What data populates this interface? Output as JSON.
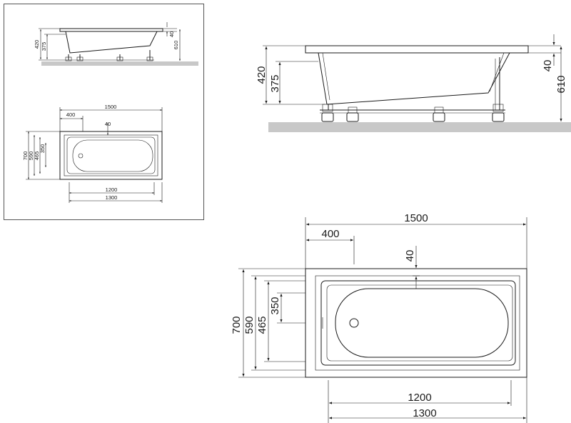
{
  "colors": {
    "line": "#1a1a1a",
    "floor": "#c8c8c8",
    "frame": "#555555"
  },
  "side_view": {
    "height_total": "420",
    "height_inner": "375",
    "rim": "40",
    "overall": "610"
  },
  "top_view": {
    "length_total": "1500",
    "offset": "400",
    "rim_offset": "40",
    "width_total": "700",
    "width_outer": "590",
    "width_inner": "465",
    "width_center": "350",
    "length_inner": "1200",
    "length_outer": "1300"
  }
}
